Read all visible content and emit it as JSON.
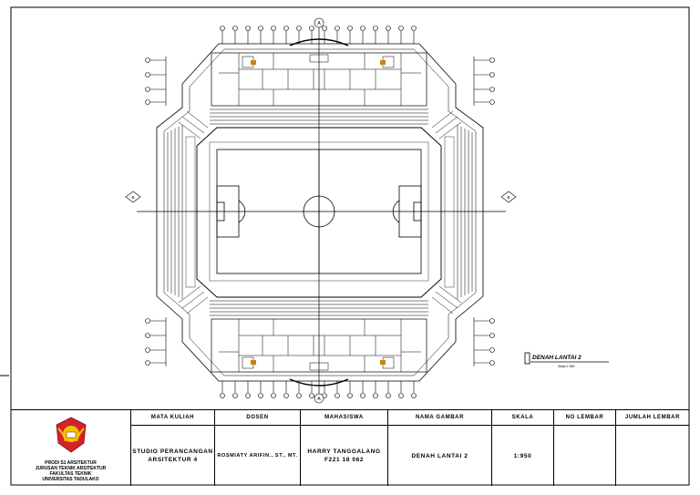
{
  "drawing": {
    "field_axis_top_label": "A",
    "field_axis_bottom_label": "A",
    "left_marker_label": "B",
    "right_marker_label": "B",
    "caption_title": "DENAH LANTAI 2",
    "caption_scale": "Skala 1:950"
  },
  "title_block": {
    "institution_lines": [
      "PRODI S1 ARSITEKTUR",
      "JURUSAN TEKNIK ARSITEKTUR",
      "FAKULTAS TEKNIK",
      "UNIVERSITAS TADULAKO"
    ],
    "columns": [
      {
        "header": "MATA KULIAH",
        "lines": [
          "STUDIO PERANCANGAN",
          "ARSITEKTUR 4"
        ]
      },
      {
        "header": "DOSEN",
        "lines": [
          "ROSMIATY ARIFIN., ST., MT."
        ]
      },
      {
        "header": "MAHASISWA",
        "lines": [
          "HARRY TANGGALANG",
          "F221 18 062"
        ]
      },
      {
        "header": "NAMA GAMBAR",
        "lines": [
          "DENAH LANTAI 2"
        ]
      },
      {
        "header": "SKALA",
        "lines": [
          "1:950"
        ]
      },
      {
        "header": "NO LEMBAR",
        "lines": [
          ""
        ]
      },
      {
        "header": "JUMLAH LEMBAR",
        "lines": [
          ""
        ]
      }
    ]
  },
  "colors": {
    "ink": "#000000",
    "paper": "#ffffff",
    "logo_red": "#d2232a",
    "logo_yellow": "#f2c300"
  }
}
